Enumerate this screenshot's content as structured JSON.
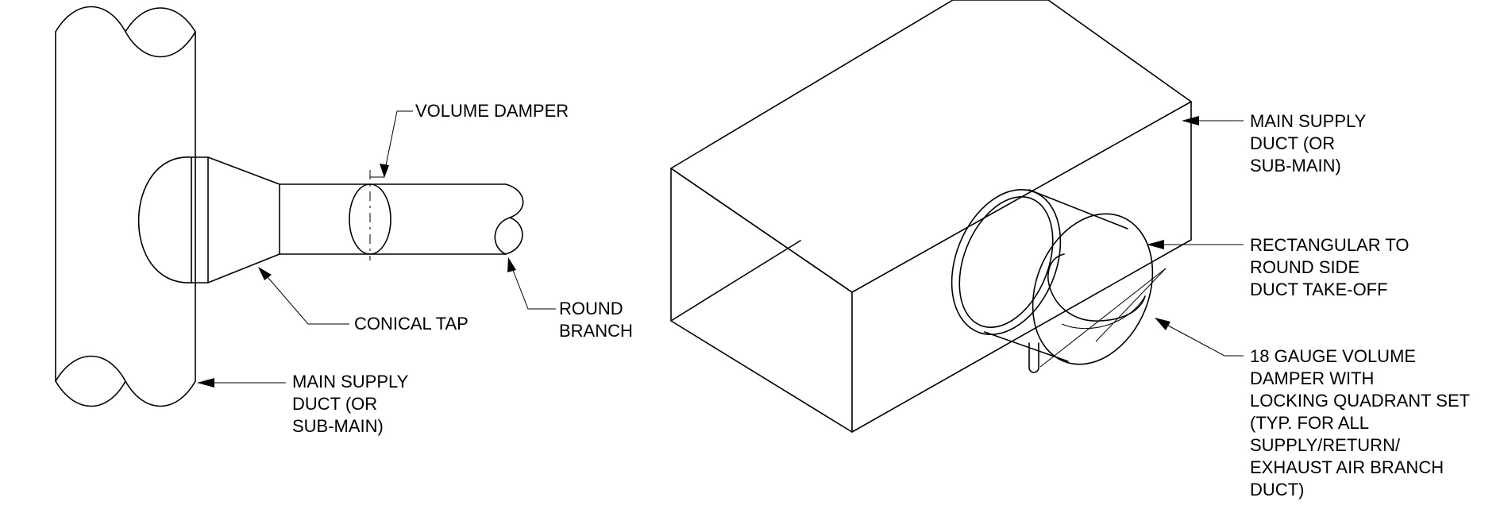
{
  "left_detail": {
    "labels": {
      "volume_damper": "VOLUME DAMPER",
      "conical_tap": "CONICAL TAP",
      "round_branch": [
        "ROUND",
        "BRANCH"
      ],
      "main_supply": [
        "MAIN SUPPLY",
        "DUCT (OR",
        "SUB-MAIN)"
      ]
    }
  },
  "right_detail": {
    "labels": {
      "main_supply": [
        "MAIN SUPPLY",
        "DUCT (OR",
        "SUB-MAIN)"
      ],
      "takeoff": [
        "RECTANGULAR TO",
        "ROUND SIDE",
        "DUCT TAKE-OFF"
      ],
      "damper_note": [
        "18 GAUGE VOLUME",
        "DAMPER WITH",
        "LOCKING QUADRANT SET",
        "(TYP. FOR ALL",
        "SUPPLY/RETURN/",
        "EXHAUST AIR BRANCH",
        "DUCT)"
      ]
    }
  }
}
